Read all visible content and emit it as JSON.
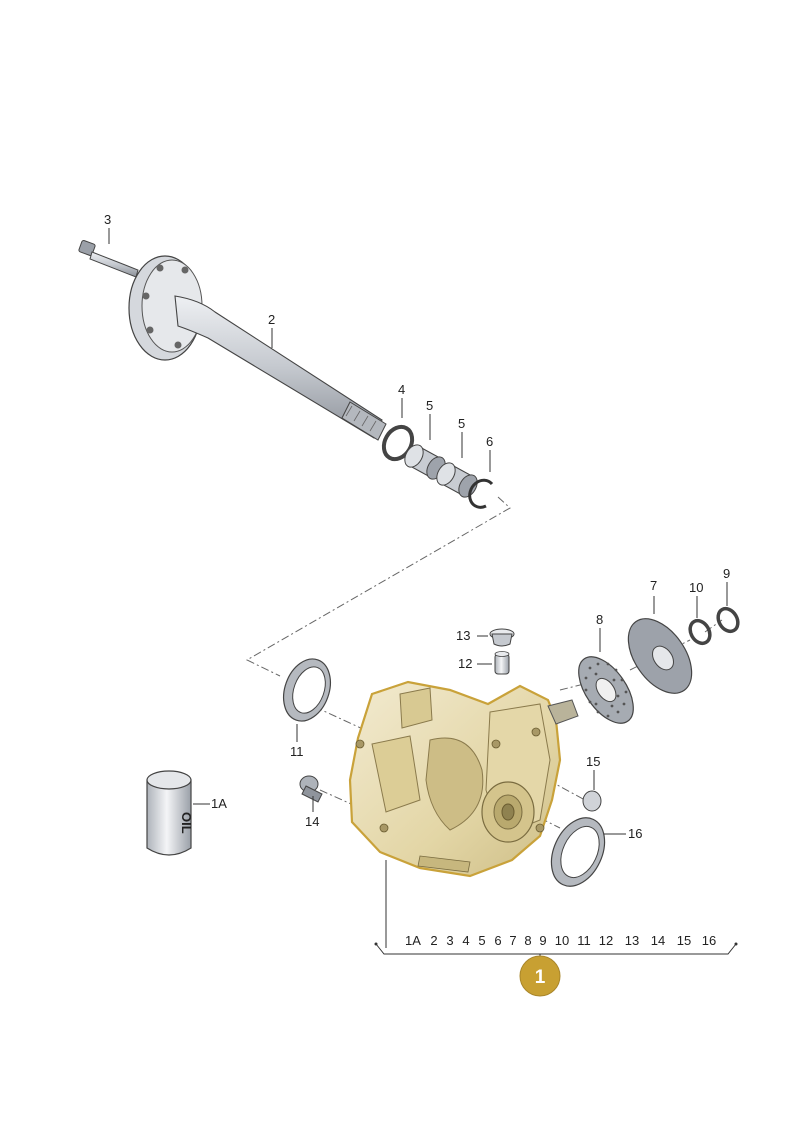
{
  "callouts": {
    "c1A": "1A",
    "c2": "2",
    "c3": "3",
    "c4": "4",
    "c5a": "5",
    "c5b": "5",
    "c6": "6",
    "c7": "7",
    "c8": "8",
    "c9": "9",
    "c10": "10",
    "c11": "11",
    "c12": "12",
    "c13": "13",
    "c14": "14",
    "c15": "15",
    "c16": "16"
  },
  "summary": {
    "items": [
      "1A",
      "2",
      "3",
      "4",
      "5",
      "6",
      "7",
      "8",
      "9",
      "10",
      "11",
      "12",
      "13",
      "14",
      "15",
      "16"
    ],
    "badge": "1"
  },
  "colors": {
    "housing": "#e8dcae",
    "housing_outline": "#c9a23a",
    "badge": "#c8a032",
    "metal": "#c9ccd2",
    "metal_dark": "#7d828b"
  }
}
